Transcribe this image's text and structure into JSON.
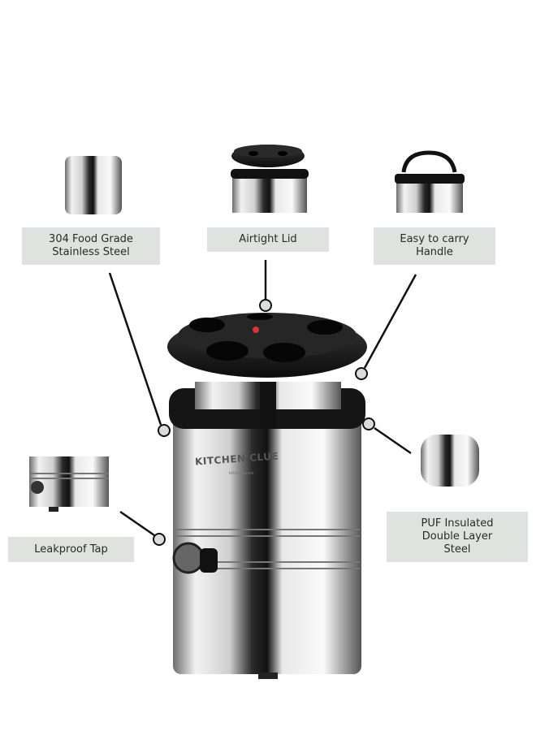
{
  "features": [
    {
      "label": "304 Food Grade\nStainless Steel",
      "icon": "steel-tube-thumbnail"
    },
    {
      "label": "Airtight Lid",
      "icon": "lid-thumbnail"
    },
    {
      "label": "Easy to carry\nHandle",
      "icon": "handle-thumbnail"
    },
    {
      "label": "PUF Insulated\nDouble Layer\nSteel",
      "icon": "double-layer-thumbnail"
    },
    {
      "label": "Leakproof Tap",
      "icon": "tap-thumbnail"
    }
  ],
  "product": {
    "brand": "KITCHEN CLUE",
    "brand_sub": "kitchenware"
  },
  "colors": {
    "label_bg": "#dfe3e0",
    "line": "#111111",
    "dot_fill": "#d9dedb"
  }
}
